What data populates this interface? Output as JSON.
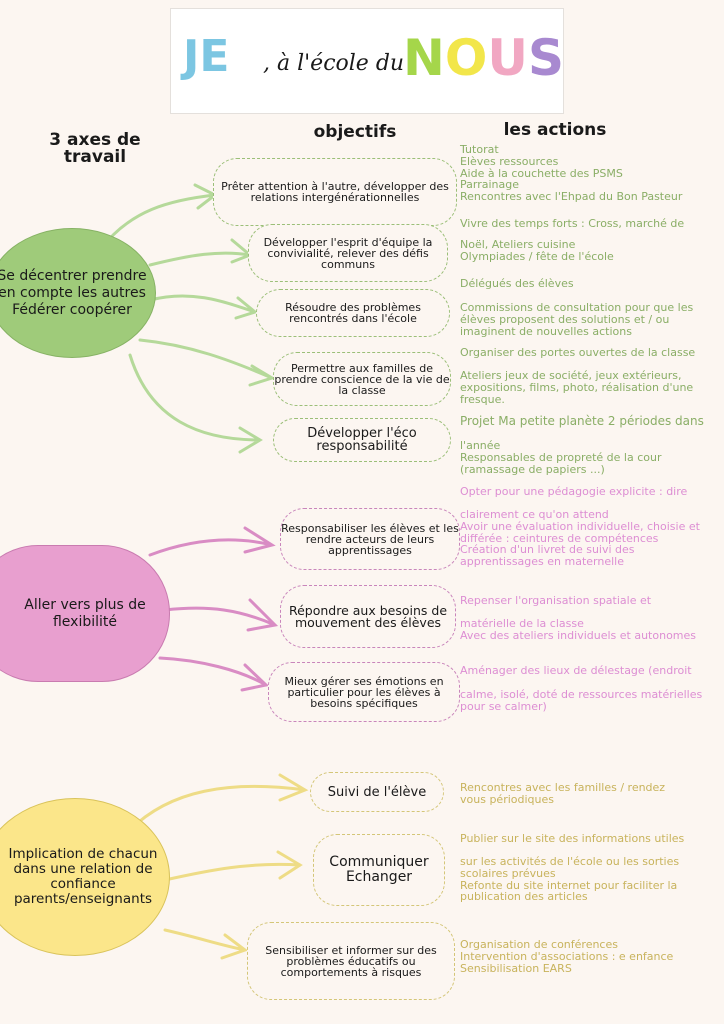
{
  "logo": {
    "je": "JE",
    "middle": ", à l'école du",
    "nous": "NOUS"
  },
  "headers": {
    "axes": "3 axes de travail",
    "objectifs": "objectifs",
    "actions": "les actions"
  },
  "colors": {
    "green": "#9fcb7a",
    "pink": "#e89fcf",
    "yellow": "#fbe68a",
    "background": "#fcf6f1"
  },
  "axes": [
    {
      "label": "Se décentrer prendre en compte les autres Fédérer coopérer",
      "objectives": [
        "Prêter attention à l'autre, développer des relations intergénérationnelles",
        "Développer l'esprit d'équipe la convivialité, relever des défis communs",
        "Résoudre des problèmes rencontrés dans l'école",
        "Permettre aux familles de prendre conscience de la vie de la classe",
        "Développer l'éco responsabilité"
      ],
      "actions": [
        [
          "Tutorat",
          "Elèves ressources",
          "Aide à la couchette des PSMS",
          "Parrainage",
          "Rencontres avec l'Ehpad du Bon Pasteur"
        ],
        [
          "Vivre des temps forts : Cross, marché de"
        ],
        [
          "Noël, Ateliers cuisine",
          "Olympiades / fête de l'école"
        ],
        [
          "Délégués des élèves"
        ],
        [
          "Commissions de consultation pour que les",
          "élèves proposent des solutions et / ou",
          "imaginent de nouvelles actions"
        ],
        [
          "Organiser des portes ouvertes de la classe"
        ],
        [
          "Ateliers jeux de société, jeux extérieurs,",
          "expositions, films, photo, réalisation d'une",
          "fresque."
        ],
        [
          "Projet Ma petite planète 2 périodes dans"
        ],
        [
          "l'année",
          "Responsables de propreté de la cour",
          "(ramassage de papiers ...)"
        ]
      ]
    },
    {
      "label": "Aller vers plus de flexibilité",
      "objectives": [
        "Responsabiliser les élèves et les rendre acteurs de leurs apprentissages",
        "Répondre aux besoins de mouvement des élèves",
        "Mieux gérer ses émotions en particulier pour les élèves à besoins spécifiques"
      ],
      "actions": [
        [
          "Opter pour une pédagogie explicite : dire"
        ],
        [
          "clairement ce qu'on attend",
          "Avoir une évaluation individuelle, choisie et",
          "différée : ceintures de compétences",
          "Création d'un livret de suivi des",
          "apprentissages en maternelle"
        ],
        [
          "Repenser l'organisation spatiale et"
        ],
        [
          "matérielle de la classe",
          "Avec des ateliers individuels et autonomes"
        ],
        [
          "Aménager des lieux de délestage (endroit"
        ],
        [
          "calme, isolé, doté de ressources matérielles",
          "pour se calmer)"
        ]
      ]
    },
    {
      "label": "Implication de chacun dans une relation de confiance parents/enseignants",
      "objectives": [
        "Suivi de l'élève",
        "Communiquer Echanger",
        "Sensibiliser et informer sur des problèmes éducatifs ou comportements à risques"
      ],
      "actions": [
        [
          "Rencontres avec les familles / rendez",
          "vous périodiques"
        ],
        [
          "Publier sur le site des informations utiles"
        ],
        [
          "sur les activités de l'école ou les sorties",
          "scolaires prévues",
          "Refonte du site internet pour faciliter la",
          "publication des articles"
        ],
        [
          "Organisation de conférences",
          "Intervention d'associations : e enfance",
          "Sensibilisation EARS"
        ]
      ]
    }
  ]
}
